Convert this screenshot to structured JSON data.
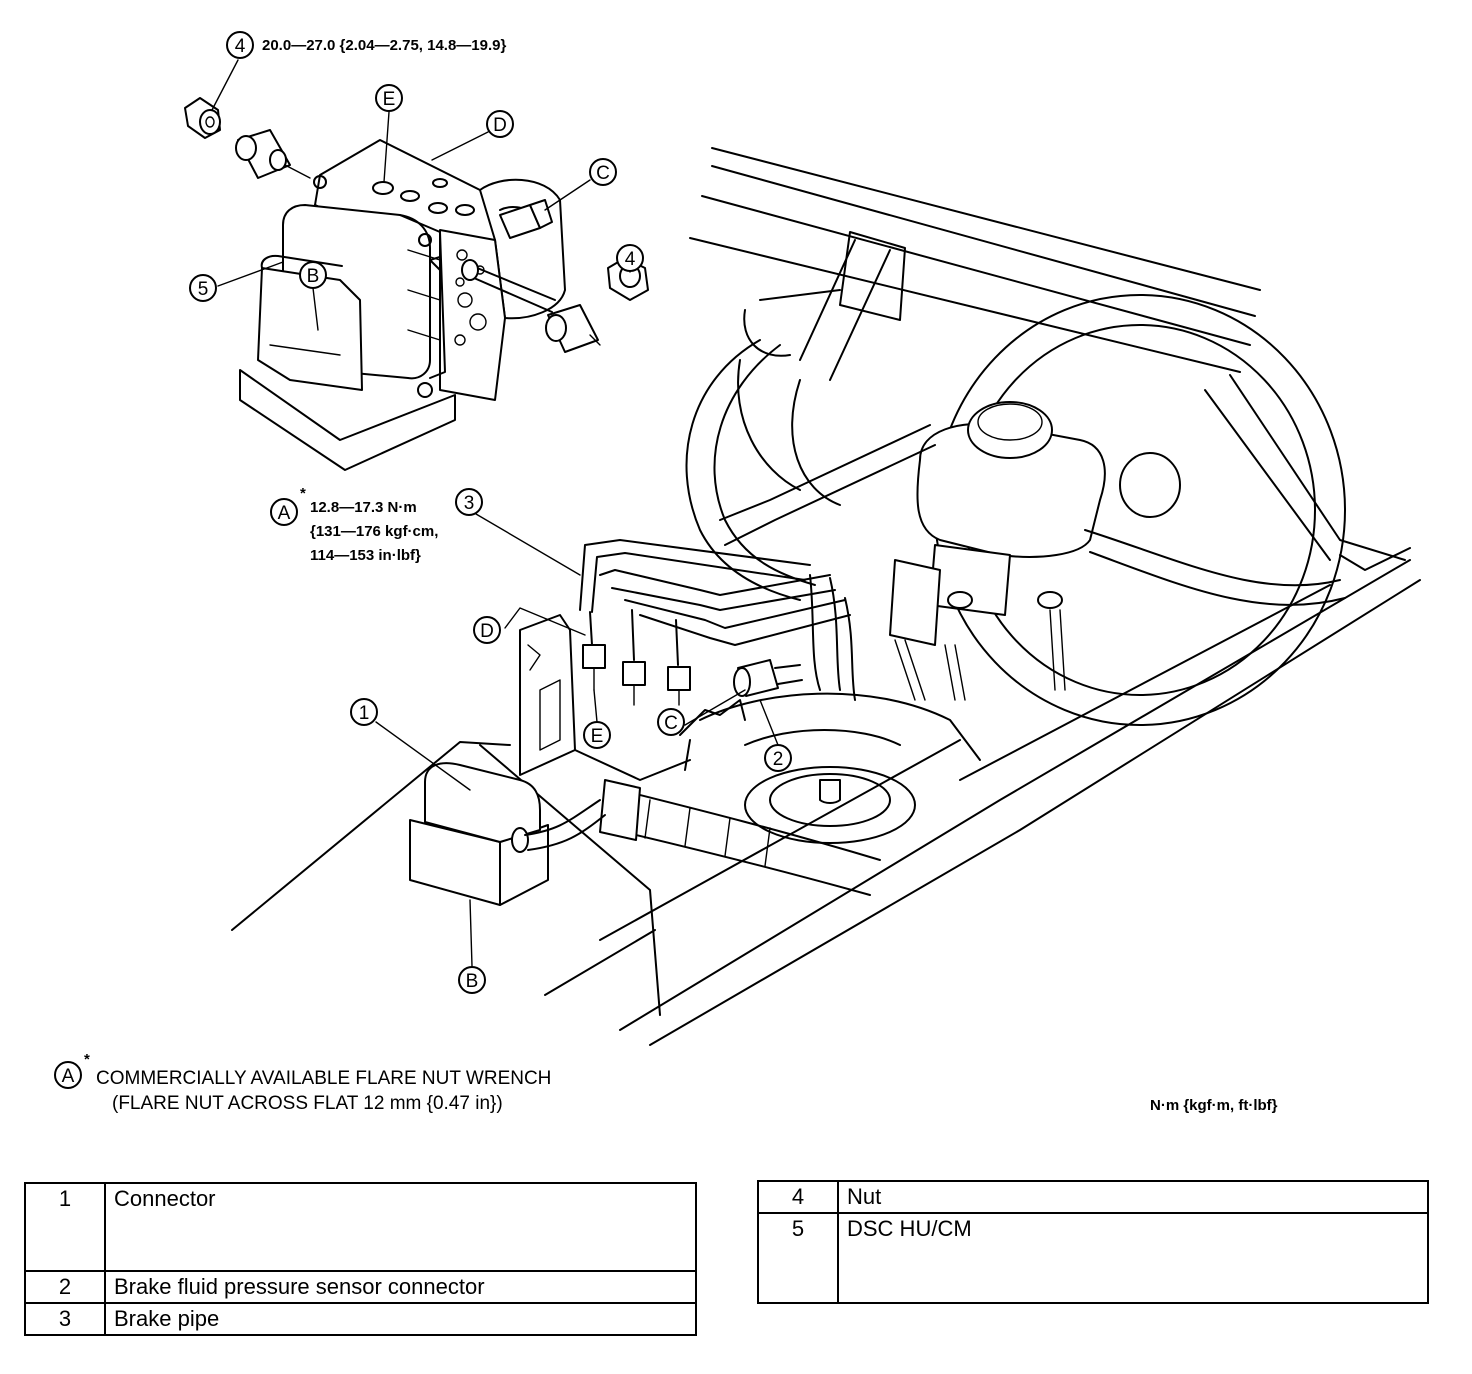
{
  "torque_top": "20.0—27.0 {2.04—2.75, 14.8—19.9}",
  "torque_a": [
    "12.8—17.3 N·m",
    "{131—176 kgf·cm,",
    "114—153 in·lbf}"
  ],
  "asterisk": "*",
  "labels": {
    "one": "1",
    "two": "2",
    "three": "3",
    "four": "4",
    "five": "5",
    "a": "A",
    "b": "B",
    "c": "C",
    "d": "D",
    "e": "E"
  },
  "footnote": [
    "COMMERCIALLY AVAILABLE FLARE NUT WRENCH",
    "(FLARE NUT ACROSS FLAT 12 mm {0.47 in})"
  ],
  "units": "N·m {kgf·m, ft·lbf}",
  "table_left": [
    {
      "num": "1",
      "name": "Connector"
    },
    {
      "num": "2",
      "name": "Brake fluid pressure sensor connector"
    },
    {
      "num": "3",
      "name": "Brake pipe"
    }
  ],
  "table_right": [
    {
      "num": "4",
      "name": "Nut"
    },
    {
      "num": "5",
      "name": "DSC HU/CM"
    }
  ]
}
